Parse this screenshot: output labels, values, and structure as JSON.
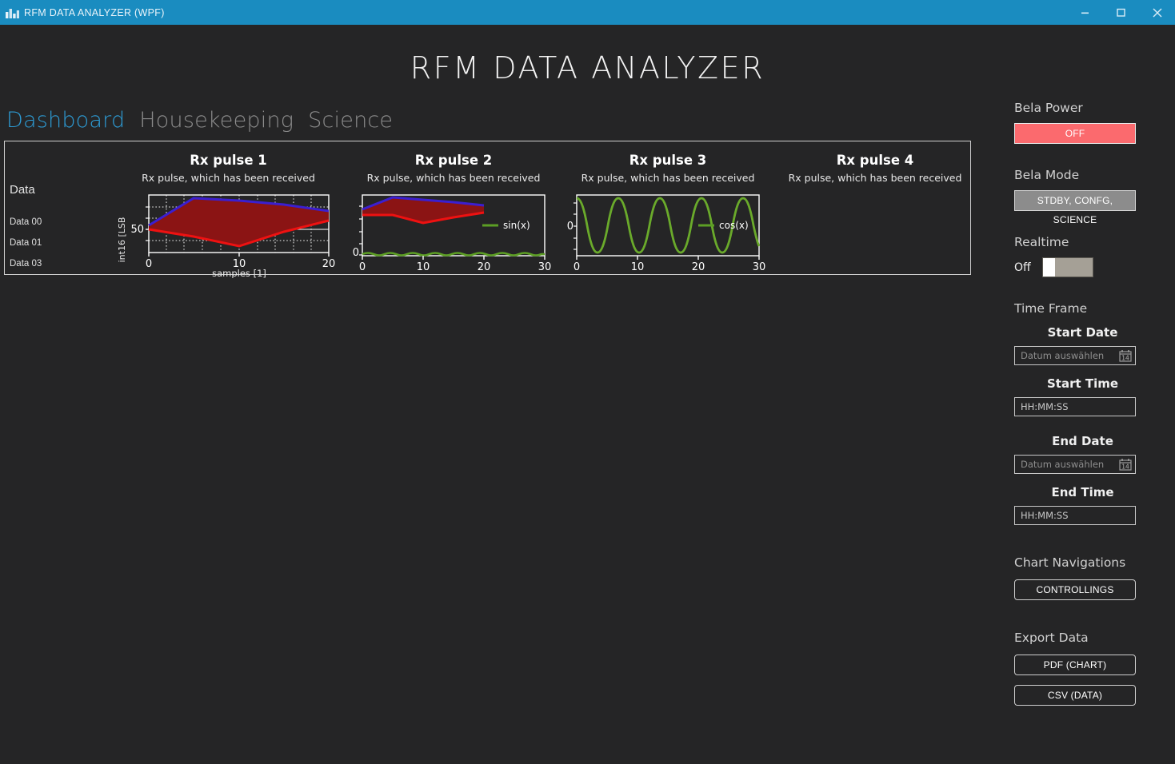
{
  "window": {
    "title": "RFM DATA ANALYZER (WPF)",
    "app_icon": "bar-chart-icon",
    "minimize_label": "Minimize",
    "maximize_label": "Maximize",
    "close_label": "Close",
    "titlebar_color": "#1a8cc0"
  },
  "header": {
    "title": "RFM DATA ANALYZER"
  },
  "tabs": [
    {
      "label": "Dashboard",
      "active": true
    },
    {
      "label": "Housekeeping",
      "active": false
    },
    {
      "label": "Science",
      "active": false
    }
  ],
  "data_list": {
    "title": "Data",
    "items": [
      "Data 00",
      "Data 01",
      "Data 03"
    ]
  },
  "charts": [
    {
      "title": "Rx pulse 1",
      "subtitle": "Rx pulse, which has been received",
      "ylabel": "int16 [LSB",
      "xlabel": "samples [1]",
      "yticks": [
        "50"
      ],
      "xticks": [
        "0",
        "10",
        "20"
      ],
      "legend": "",
      "grid": true
    },
    {
      "title": "Rx pulse 2",
      "subtitle": "Rx pulse, which has been received",
      "ylabel": "",
      "xlabel": "",
      "yticks": [
        "0"
      ],
      "xticks": [
        "0",
        "10",
        "20",
        "30"
      ],
      "legend": "sin(x)",
      "grid": false
    },
    {
      "title": "Rx pulse 3",
      "subtitle": "Rx pulse, which has been received",
      "ylabel": "",
      "xlabel": "",
      "yticks": [
        "0"
      ],
      "xticks": [
        "0",
        "10",
        "20",
        "30"
      ],
      "legend": "cos(x)",
      "grid": false
    },
    {
      "title": "Rx pulse 4",
      "subtitle": "Rx pulse, which has been received",
      "ylabel": "",
      "xlabel": "",
      "yticks": [],
      "xticks": [],
      "legend": "",
      "grid": false
    }
  ],
  "chart_data": [
    {
      "type": "area",
      "title": "Rx pulse 1",
      "subtitle": "Rx pulse, which has been received",
      "xlabel": "samples [1]",
      "ylabel": "int16 [LSB",
      "xlim": [
        0,
        20
      ],
      "ylim": [
        30,
        90
      ],
      "xticks": [
        0,
        10,
        20
      ],
      "yticks": [
        50
      ],
      "grid": true,
      "series": [
        {
          "name": "upper",
          "color": "#3b1fd0",
          "x": [
            0,
            5,
            10,
            15,
            20
          ],
          "y": [
            62,
            82,
            80,
            77,
            73
          ]
        },
        {
          "name": "lower",
          "color": "#ee1111",
          "x": [
            0,
            5,
            10,
            15,
            20
          ],
          "y": [
            50,
            44,
            38,
            50,
            68
          ]
        }
      ],
      "fill_color": "#8b1414"
    },
    {
      "type": "area",
      "title": "Rx pulse 2",
      "subtitle": "Rx pulse, which has been received",
      "xlabel": "",
      "ylabel": "",
      "xlim": [
        0,
        30
      ],
      "ylim": [
        0,
        100
      ],
      "xticks": [
        0,
        10,
        20,
        30
      ],
      "yticks": [
        0
      ],
      "grid": false,
      "series": [
        {
          "name": "upper",
          "color": "#3b1fd0",
          "x": [
            0,
            5,
            10,
            15,
            20
          ],
          "y": [
            78,
            93,
            90,
            88,
            85
          ]
        },
        {
          "name": "lower",
          "color": "#ee1111",
          "x": [
            0,
            5,
            10,
            15,
            20
          ],
          "y": [
            67,
            62,
            55,
            68,
            82
          ]
        },
        {
          "name": "sin(x)",
          "color": "#5c9e24",
          "x": [
            0,
            3,
            6,
            9,
            12,
            15,
            18,
            21,
            24,
            27,
            30
          ],
          "y": [
            3,
            5,
            3,
            5,
            3,
            5,
            3,
            5,
            3,
            5,
            3
          ]
        }
      ],
      "fill_color": "#8b1414",
      "legend": [
        "sin(x)"
      ]
    },
    {
      "type": "line",
      "title": "Rx pulse 3",
      "subtitle": "Rx pulse, which has been received",
      "xlabel": "",
      "ylabel": "",
      "xlim": [
        0,
        30
      ],
      "ylim": [
        -1.15,
        1.15
      ],
      "xticks": [
        0,
        10,
        20,
        30
      ],
      "yticks": [
        0
      ],
      "grid": false,
      "series": [
        {
          "name": "cos(x)",
          "color": "#6aaa2b",
          "description": "cosine wave, amplitude 1, about 5 full periods over x = 0..30",
          "amplitude": 1,
          "period": 6.283,
          "phase": 0
        }
      ],
      "legend": [
        "cos(x)"
      ]
    },
    {
      "type": "line",
      "title": "Rx pulse 4",
      "subtitle": "Rx pulse, which has been received",
      "xlabel": "",
      "ylabel": "",
      "xticks": [],
      "yticks": [],
      "grid": false,
      "series": [],
      "empty": true
    }
  ],
  "sidebar": {
    "bela_power": {
      "label": "Bela Power",
      "button": "OFF",
      "color": "#fb6a6e"
    },
    "bela_mode": {
      "label": "Bela Mode",
      "button": "STDBY, CONFG, SCIENCE",
      "color": "#8c8c8c"
    },
    "realtime": {
      "label": "Realtime",
      "state": "Off",
      "toggle_on": false
    },
    "time_frame": {
      "label": "Time Frame",
      "start_date": {
        "label": "Start Date",
        "value": "",
        "placeholder": "Datum auswählen",
        "icon": "calendar-icon",
        "icon_day": "14"
      },
      "start_time": {
        "label": "Start Time",
        "value": "HH:MM:SS",
        "placeholder": "HH:MM:SS"
      },
      "end_date": {
        "label": "End Date",
        "value": "",
        "placeholder": "Datum auswählen",
        "icon": "calendar-icon",
        "icon_day": "14"
      },
      "end_time": {
        "label": "End Time",
        "value": "HH:MM:SS",
        "placeholder": "HH:MM:SS"
      }
    },
    "chart_navigations": {
      "label": "Chart Navigations",
      "button": "CONTROLLINGS"
    },
    "export_data": {
      "label": "Export Data",
      "buttons": [
        "PDF (CHART)",
        "CSV (DATA)"
      ]
    }
  }
}
